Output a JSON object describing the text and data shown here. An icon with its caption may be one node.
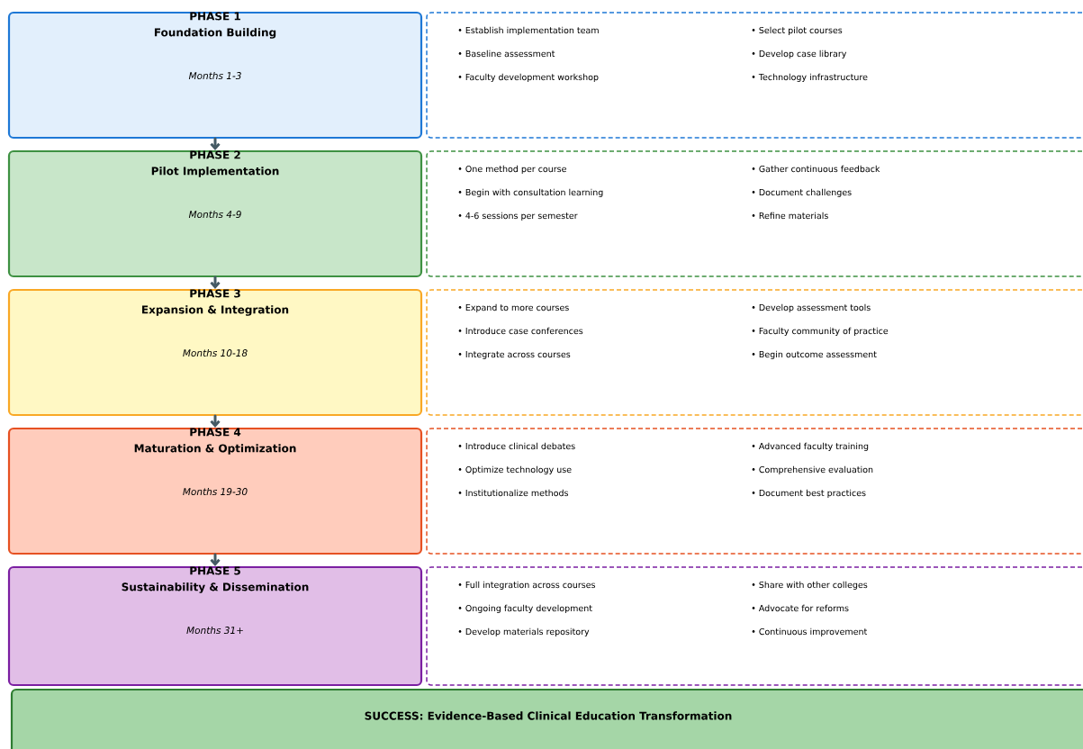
{
  "diagram": {
    "nodes": [
      {
        "text": [
          "PHASE 1",
          "Foundation Building",
          "Months 1-3"
        ]
      },
      {
        "text": [
          "• Establish implementation team",
          "• Baseline assessment",
          "• Faculty development workshop",
          "• Select pilot courses",
          "• Develop case library",
          "• Technology infrastructure"
        ]
      },
      {
        "text": [
          "PHASE 2",
          "Pilot Implementation",
          "Months 4-9"
        ]
      },
      {
        "text": [
          "• One method per course",
          "• Begin with consultation learning",
          "• 4-6 sessions per semester",
          "• Gather continuous feedback",
          "• Document challenges",
          "• Refine materials"
        ]
      },
      {
        "text": [
          "PHASE 3",
          "Expansion & Integration",
          "Months 10-18"
        ]
      },
      {
        "text": [
          "• Expand to more courses",
          "• Introduce case conferences",
          "• Integrate across courses",
          "• Develop assessment tools",
          "• Faculty community of practice",
          "• Begin outcome assessment"
        ]
      },
      {
        "text": [
          "PHASE 4",
          "Maturation & Optimization",
          "Months 19-30"
        ]
      },
      {
        "text": [
          "• Introduce clinical debates",
          "• Optimize technology use",
          "• Institutionalize methods",
          "• Advanced faculty training",
          "• Comprehensive evaluation",
          "• Document best practices"
        ]
      },
      {
        "text": [
          "PHASE 5",
          "Sustainability & Dissemination",
          "Months 31+"
        ]
      },
      {
        "text": [
          "• Full integration across courses",
          "• Ongoing faculty development",
          "• Develop materials repository",
          "• Share with other colleges",
          "• Advocate for reforms",
          "• Continuous improvement"
        ]
      },
      {
        "text": [
          "SUCCESS: Evidence-Based Clinical Education Transformation"
        ]
      }
    ],
    "edges": [
      {
        "from": 0,
        "to": 2,
        "arrow": "to"
      },
      {
        "from": 2,
        "to": 4,
        "arrow": "to"
      },
      {
        "from": 4,
        "to": 6,
        "arrow": "to"
      },
      {
        "from": 6,
        "to": 8,
        "arrow": "to"
      }
    ]
  }
}
